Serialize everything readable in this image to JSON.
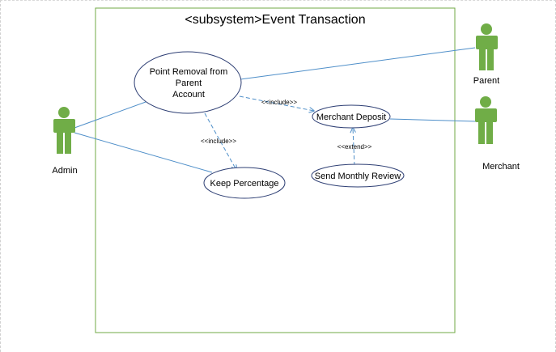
{
  "diagram": {
    "title": "<subsystem>Event Transaction",
    "colors": {
      "boundary": "#70a845",
      "actor": "#70ad47",
      "usecase_border": "#2e3f74",
      "association": "#4f8fc9",
      "dependency": "#4f8fc9"
    },
    "actors": {
      "admin": "Admin",
      "parent": "Parent",
      "merchant": "Merchant"
    },
    "usecases": {
      "point_removal": [
        "Point Removal from",
        "Parent",
        "Account"
      ],
      "merchant_deposit": "Merchant Deposit",
      "keep_percentage": "Keep Percentage",
      "send_monthly_review": "Send Monthly Review"
    },
    "relationships": {
      "include_deposit": "<<include>>",
      "include_keep": "<<include>>",
      "extend_review": "<<extend>>"
    }
  }
}
